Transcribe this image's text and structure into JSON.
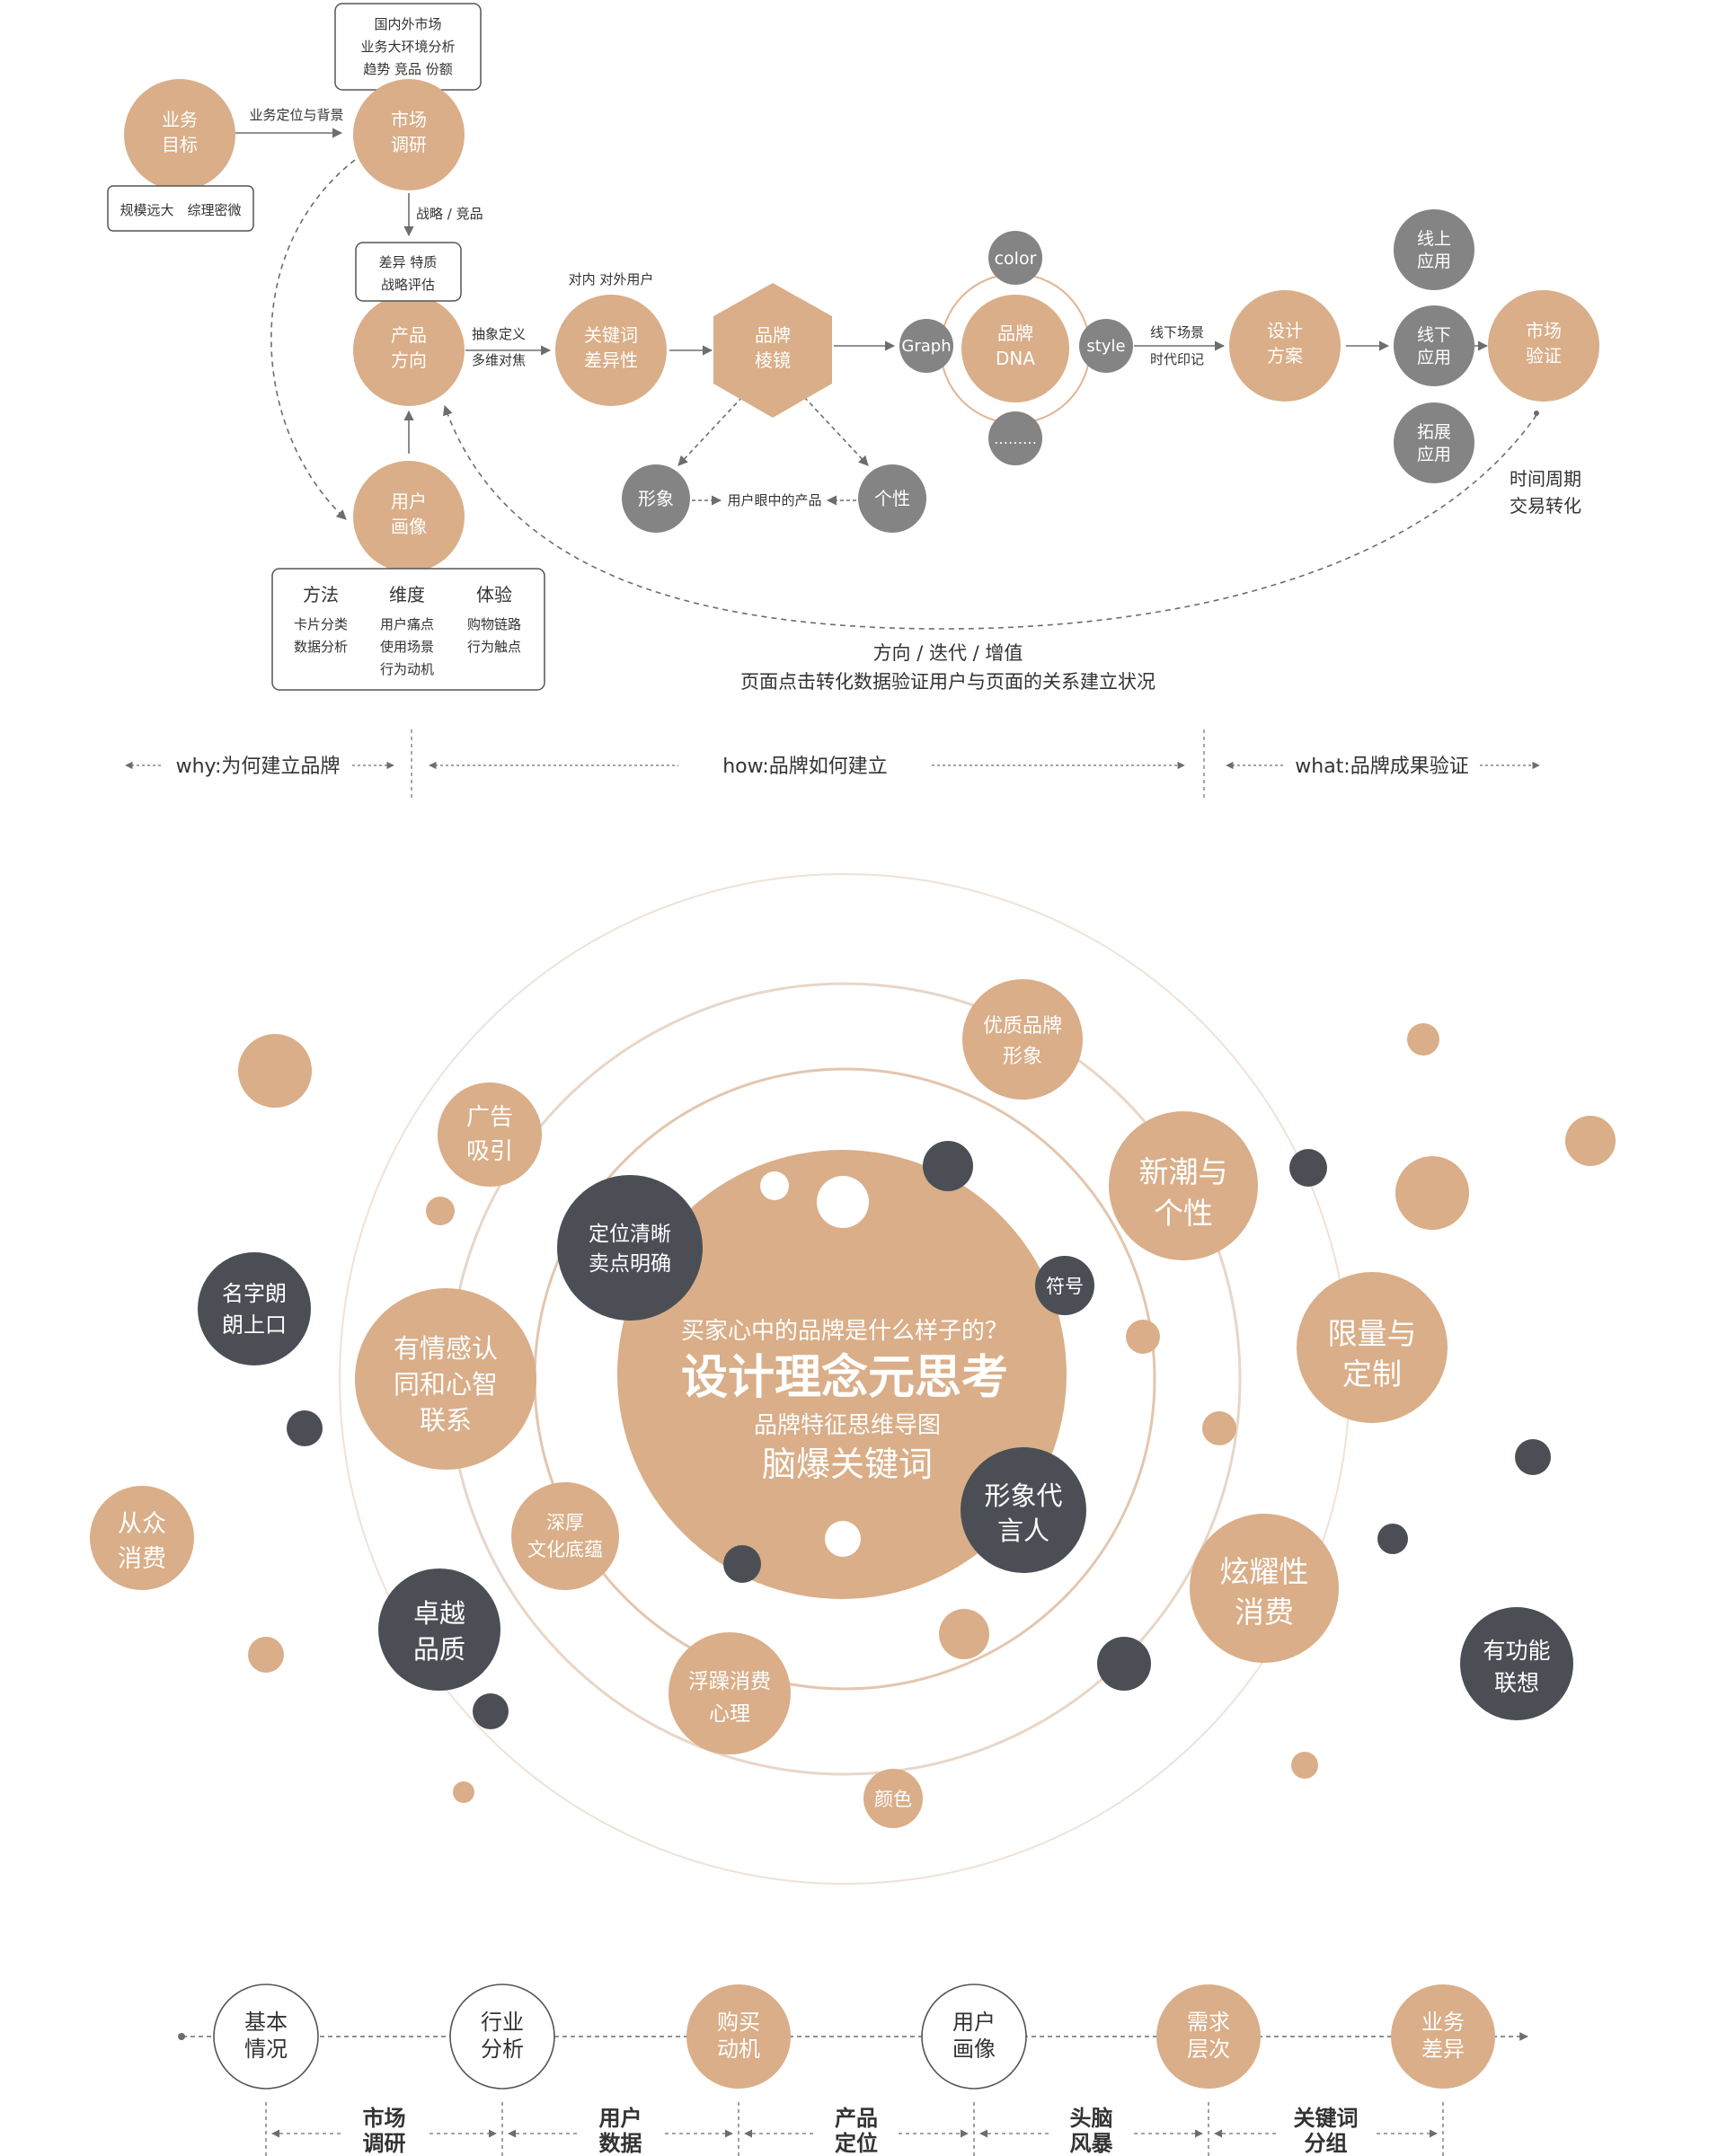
{
  "colors": {
    "tan": "#d9ae88",
    "dark": "#4b4f55",
    "gray": "#848484",
    "line": "#6d6d6d",
    "text_dark": "#333333",
    "white": "#ffffff",
    "ring": "#e6d4c5"
  },
  "flow": {
    "business_goal": [
      "业务",
      "目标"
    ],
    "business_goal_note": "规模远大　综理密微",
    "market_research": [
      "市场",
      "调研"
    ],
    "market_box": [
      "国内外市场",
      "业务大环境分析",
      "趋势 竞品 份额"
    ],
    "arrow_positioning": "业务定位与背景",
    "arrow_strategy": "战略 / 竞品",
    "product_box": [
      "差异 特质",
      "战略评估"
    ],
    "product_direction": [
      "产品",
      "方向"
    ],
    "abstract_labels": [
      "抽象定义",
      "多维对焦"
    ],
    "internal_external": "对内 对外用户",
    "keyword_diff": [
      "关键词",
      "差异性"
    ],
    "brand_prism": [
      "品牌",
      "棱镜"
    ],
    "image_node": "形象",
    "personality_node": "个性",
    "user_eye_product": "用户眼中的产品",
    "color_node": "color",
    "graph_node": "Graph",
    "brand_dna": [
      "品牌",
      "DNA"
    ],
    "style_node": "style",
    "dots_node": "………",
    "offline_labels": [
      "线下场景",
      "时代印记"
    ],
    "design_plan": [
      "设计",
      "方案"
    ],
    "online_app": [
      "线上",
      "应用"
    ],
    "offline_app": [
      "线下",
      "应用"
    ],
    "extended_app": [
      "拓展",
      "应用"
    ],
    "market_validation": [
      "市场",
      "验证"
    ],
    "time_cycle": [
      "时间周期",
      "交易转化"
    ],
    "user_portrait": [
      "用户",
      "画像"
    ],
    "method_headers": [
      "方法",
      "维度",
      "体验"
    ],
    "method_col1": [
      "卡片分类",
      "数据分析"
    ],
    "method_col2": [
      "用户痛点",
      "使用场景",
      "行为动机"
    ],
    "method_col3": [
      "购物链路",
      "行为触点"
    ],
    "direction_caption": [
      "方向 / 迭代 / 增值",
      "页面点击转化数据验证用户与页面的关系建立状况"
    ]
  },
  "phases": {
    "why": "why:为何建立品牌",
    "how": "how:品牌如何建立",
    "what": "what:品牌成果验证"
  },
  "center": {
    "question": "买家心中的品牌是什么样子的？",
    "title": "设计理念元思考",
    "subtitle": "品牌特征思维导图",
    "keywords": "脑爆关键词"
  },
  "bubbles": {
    "quality_image": [
      "优质品牌",
      "形象"
    ],
    "ad_attract": [
      "广告",
      "吸引"
    ],
    "positioning": [
      "定位清晰",
      "卖点明确"
    ],
    "trendy": [
      "新潮与",
      "个性"
    ],
    "symbol": "符号",
    "name_catchy": [
      "名字朗",
      "朗上口"
    ],
    "emotional": [
      "有情感认",
      "同和心智",
      "联系"
    ],
    "limited": [
      "限量与",
      "定制"
    ],
    "spokesperson": [
      "形象代",
      "言人"
    ],
    "follow_crowd": [
      "从众",
      "消费"
    ],
    "culture": [
      "深厚",
      "文化底蕴"
    ],
    "flaunt": [
      "炫耀性",
      "消费"
    ],
    "excellence": [
      "卓越",
      "品质"
    ],
    "impetuous": [
      "浮躁消费",
      "心理"
    ],
    "functional": [
      "有功能",
      "联想"
    ],
    "color": "颜色"
  },
  "bottom_steps": [
    {
      "label": [
        "基本",
        "情况"
      ],
      "style": "outline"
    },
    {
      "label": [
        "行业",
        "分析"
      ],
      "style": "outline"
    },
    {
      "label": [
        "购买",
        "动机"
      ],
      "style": "filled"
    },
    {
      "label": [
        "用户",
        "画像"
      ],
      "style": "outline"
    },
    {
      "label": [
        "需求",
        "层次"
      ],
      "style": "filled"
    },
    {
      "label": [
        "业务",
        "差异"
      ],
      "style": "filled"
    }
  ],
  "bottom_stages": [
    [
      "市场",
      "调研"
    ],
    [
      "用户",
      "数据"
    ],
    [
      "产品",
      "定位"
    ],
    [
      "头脑",
      "风暴"
    ],
    [
      "关键词",
      "分组"
    ]
  ]
}
